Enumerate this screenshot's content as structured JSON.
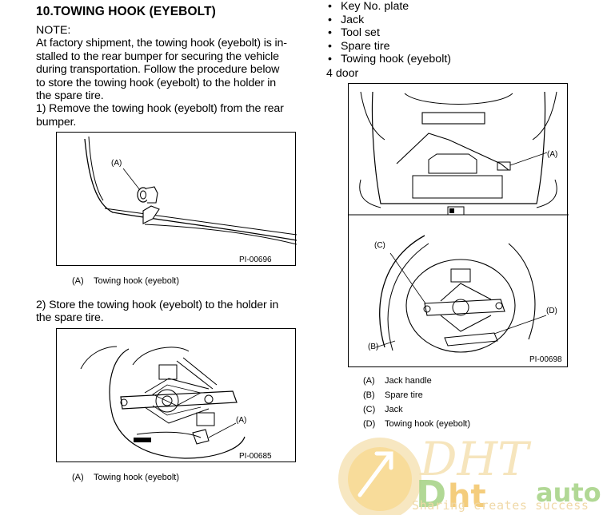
{
  "left": {
    "heading": "10.TOWING HOOK (EYEBOLT)",
    "note_label": "NOTE:",
    "note_lines": [
      "At factory shipment, the towing hook (eyebolt) is in-",
      "stalled to the rear bumper for securing the vehicle",
      "during transportation. Follow the procedure below",
      "to store the towing hook (eyebolt) to the holder in",
      "the spare tire."
    ],
    "step1_lines": [
      "1) Remove the towing hook (eyebolt) from the rear",
      "bumper."
    ],
    "figure1": {
      "callout": "(A)",
      "code": "PI-00696"
    },
    "caption1": {
      "key": "(A)",
      "text": "Towing hook (eyebolt)"
    },
    "step2_lines": [
      "2) Store the towing hook (eyebolt) to the holder in",
      "the spare tire."
    ],
    "figure2": {
      "callout": "(A)",
      "code": "PI-00685"
    },
    "caption2": {
      "key": "(A)",
      "text": "Towing hook (eyebolt)"
    }
  },
  "right": {
    "bullets": [
      "Key No. plate",
      "Jack",
      "Tool set",
      "Spare tire",
      "Towing hook (eyebolt)"
    ],
    "bullet_glyph": "•",
    "subheading": "4 door",
    "figure3": {
      "callout_top": "(A)",
      "callout_c": "(C)",
      "callout_d": "(D)",
      "callout_b": "(B)",
      "code": "PI-00698"
    },
    "captions": [
      {
        "key": "(A)",
        "text": "Jack handle"
      },
      {
        "key": "(B)",
        "text": "Spare tire"
      },
      {
        "key": "(C)",
        "text": "Jack"
      },
      {
        "key": "(D)",
        "text": "Towing hook (eyebolt)"
      }
    ]
  },
  "watermark": {
    "tagline": "Sharing creates success",
    "colors": {
      "green": "#7cbf3a",
      "orange": "#f3a61c",
      "light": "#f6e3b6"
    }
  }
}
